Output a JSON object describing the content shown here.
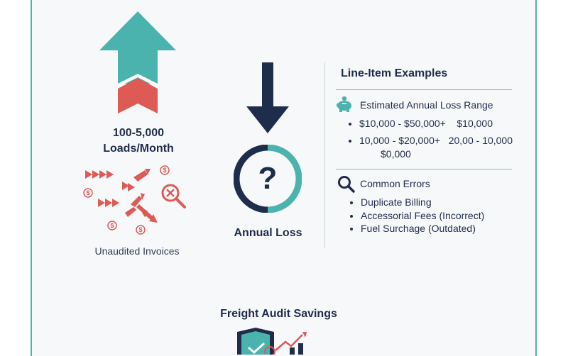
{
  "left": {
    "loads_line1": "100-5,000",
    "loads_line2": "Loads/Month",
    "invoices_label": "Unaudited Invoices"
  },
  "middle": {
    "symbol": "?",
    "label": "Annual Loss"
  },
  "right": {
    "title": "Line-Item Examples",
    "loss_heading": "Estimated Annual Loss Range",
    "loss_items": [
      "$10,000 - $50,000+    $10,000",
      "10,000 - $20,000+   20,00 - 10,000",
      "$0,000"
    ],
    "errors_heading": "Common Errors",
    "errors": [
      "Duplicate Billing",
      "Accessorial Fees (Incorrect)",
      "Fuel Surchage (Outdated)"
    ]
  },
  "bottom": {
    "title": "Freight Audit Savings"
  },
  "colors": {
    "teal": "#4bb3ad",
    "coral": "#dd5a55",
    "navy": "#1f2d4d"
  }
}
